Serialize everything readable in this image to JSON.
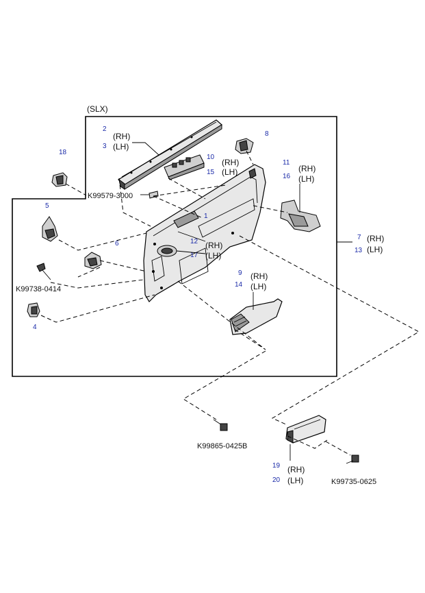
{
  "variant_label": "(SLX)",
  "callouts": {
    "n1": "1",
    "n2": "2",
    "n3": "3",
    "n4": "4",
    "n5": "5",
    "n6": "6",
    "n7": "7",
    "n8": "8",
    "n9": "9",
    "n10": "10",
    "n11": "11",
    "n12": "12",
    "n13": "13",
    "n14": "14",
    "n15": "15",
    "n16": "16",
    "n17": "17",
    "n18": "18",
    "n19": "19",
    "n20": "20"
  },
  "sides": {
    "rh": "(RH)",
    "lh": "(LH)"
  },
  "part_codes": {
    "k99579": "K99579-3000",
    "k99738": "K99738-0414",
    "k99865": "K99865-0425B",
    "k99735": "K99735-0625"
  }
}
